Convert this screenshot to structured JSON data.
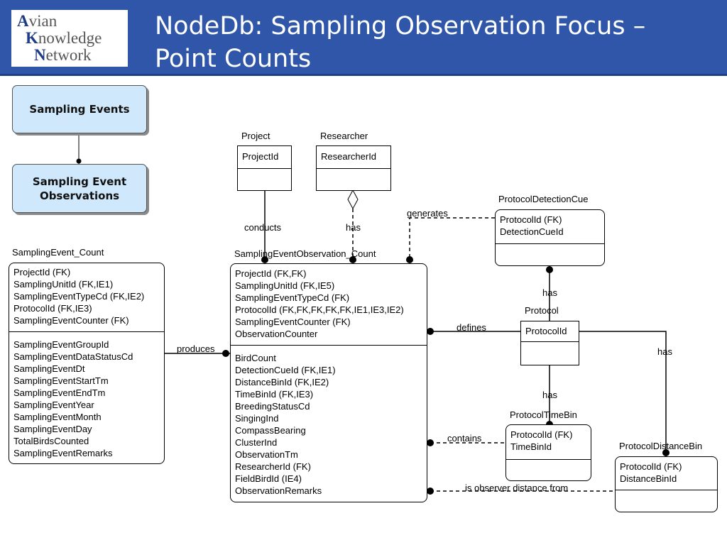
{
  "header": {
    "logo": {
      "line1_cap": "A",
      "line1_rest": "vian",
      "line2_cap": "K",
      "line2_rest": "nowledge",
      "line3_cap": "N",
      "line3_rest": "etwork"
    },
    "title_line1": "NodeDb:  Sampling Observation Focus –",
    "title_line2": "Point Counts",
    "colors": {
      "header_bg": "#2f56a8",
      "focus_box_bg": "#cfe8fb"
    }
  },
  "focus": {
    "box1": "Sampling Events",
    "box2_line1": "Sampling Event",
    "box2_line2": "Observations"
  },
  "entities": {
    "project": {
      "name": "Project",
      "keys": [
        "ProjectId"
      ],
      "attrs": []
    },
    "researcher": {
      "name": "Researcher",
      "keys": [
        "ResearcherId"
      ],
      "attrs": []
    },
    "protocol_detection_cue": {
      "name": "ProtocolDetectionCue",
      "keys": [
        "ProtocolId (FK)",
        "DetectionCueId"
      ],
      "attrs": []
    },
    "sampling_event_count": {
      "name": "SamplingEvent_Count",
      "keys": [
        "ProjectId (FK)",
        "SamplingUnitId (FK,IE1)",
        "SamplingEventTypeCd (FK,IE2)",
        "ProtocolId (FK,IE3)",
        "SamplingEventCounter (FK)"
      ],
      "attrs": [
        "SamplingEventGroupId",
        "SamplingEventDataStatusCd",
        "SamplingEventDt",
        "SamplingEventStartTm",
        "SamplingEventEndTm",
        "SamplingEventYear",
        "SamplingEventMonth",
        "SamplingEventDay",
        "TotalBirdsCounted",
        "SamplingEventRemarks"
      ]
    },
    "sampling_event_observation_count": {
      "name": "SamplingEventObservation_Count",
      "keys": [
        "ProjectId (FK,FK)",
        "SamplingUnitId (FK,IE5)",
        "SamplingEventTypeCd (FK)",
        "ProtocolId (FK,FK,FK,FK,FK,IE1,IE3,IE2)",
        "SamplingEventCounter (FK)",
        "ObservationCounter"
      ],
      "attrs": [
        "BirdCount",
        "DetectionCueId (FK,IE1)",
        "DistanceBinId (FK,IE2)",
        "TimeBinId (FK,IE3)",
        "BreedingStatusCd",
        "SingingInd",
        "CompassBearing",
        "ClusterInd",
        "ObservationTm",
        "ResearcherId (FK)",
        "FieldBirdId (IE4)",
        "ObservationRemarks"
      ]
    },
    "protocol": {
      "name": "Protocol",
      "keys": [
        "ProtocolId"
      ],
      "attrs": []
    },
    "protocol_time_bin": {
      "name": "ProtocolTimeBin",
      "keys": [
        "ProtocolId (FK)",
        "TimeBinId"
      ],
      "attrs": []
    },
    "protocol_distance_bin": {
      "name": "ProtocolDistanceBin",
      "keys": [
        "ProtocolId (FK)",
        "DistanceBinId"
      ],
      "attrs": []
    }
  },
  "relationships": {
    "conducts": "conducts",
    "has_researcher": "has",
    "generates": "generates",
    "has_detection_cue": "has",
    "produces": "produces",
    "defines": "defines",
    "has_time_bin": "has",
    "has_distance_bin": "has",
    "contains": "contains",
    "is_observer_distance_from": "is observer distance from"
  }
}
